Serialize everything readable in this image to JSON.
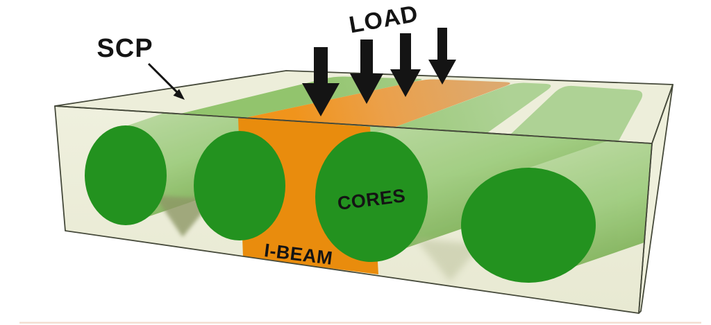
{
  "figure": {
    "description": "3D cutaway illustration of an SCP sandwich panel with cylindrical cores and an embedded I-beam under distributed load",
    "labels": {
      "scp": "SCP",
      "load": "LOAD",
      "cores": "CORES",
      "ibeam": "I-BEAM"
    },
    "load_arrow_count": 4,
    "colors": {
      "core_green": "#23921f",
      "core_band_light": "#9ccb7c",
      "beam_orange": "#e98c0d",
      "beam_orange_muted": "#dda96e",
      "panel_cream_top": "#edeeda",
      "panel_cream_front": "#eaebd6",
      "panel_cream_side": "#eff0dc",
      "outline": "#45493a",
      "annotation_black": "#141414"
    }
  }
}
